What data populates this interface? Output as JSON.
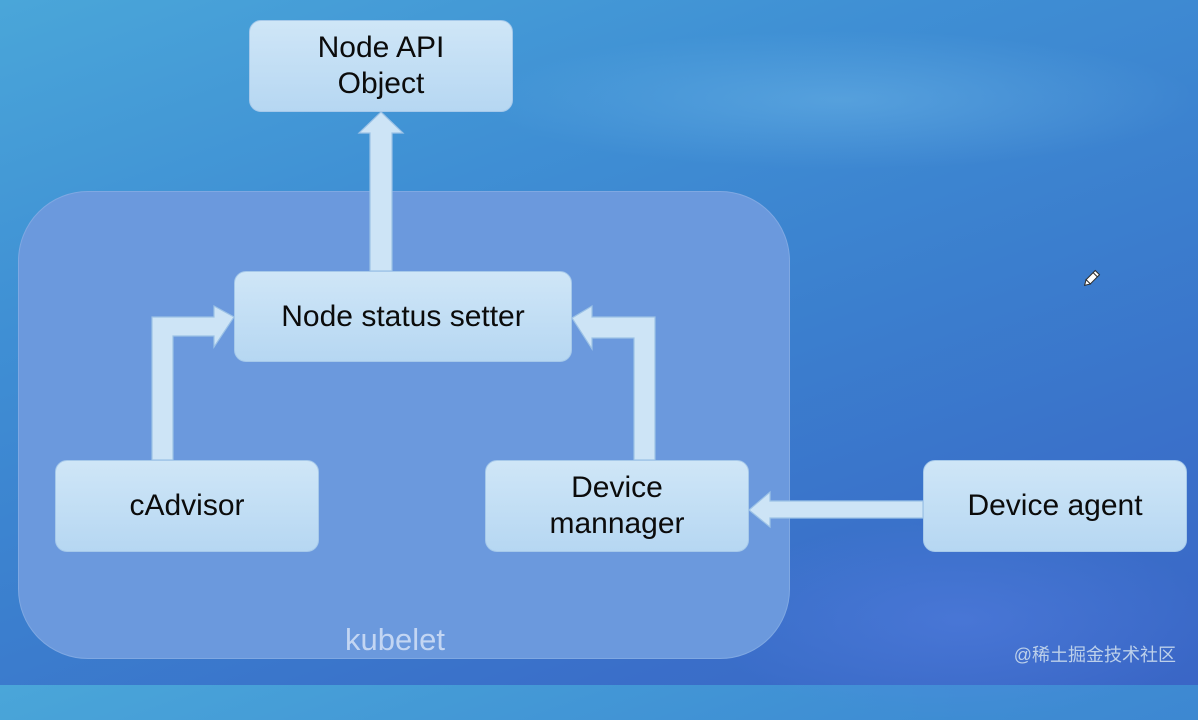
{
  "diagram": {
    "container_label": "kubelet",
    "nodes": {
      "node_api_object": "Node API\nObject",
      "node_status_setter": "Node status setter",
      "cadvisor": "cAdvisor",
      "device_manager": "Device\nmannager",
      "device_agent": "Device agent"
    },
    "edges": [
      {
        "from": "node_status_setter",
        "to": "node_api_object"
      },
      {
        "from": "cadvisor",
        "to": "node_status_setter"
      },
      {
        "from": "device_manager",
        "to": "node_status_setter"
      },
      {
        "from": "device_agent",
        "to": "device_manager"
      }
    ]
  },
  "watermark": "@稀土掘金技术社区",
  "icons": {
    "pencil": "pencil-icon"
  },
  "colors": {
    "background": "#3f8fd4",
    "container": "#6b99dd",
    "box_fill": "#c4e0f5",
    "arrow_fill": "#cde4f6"
  }
}
